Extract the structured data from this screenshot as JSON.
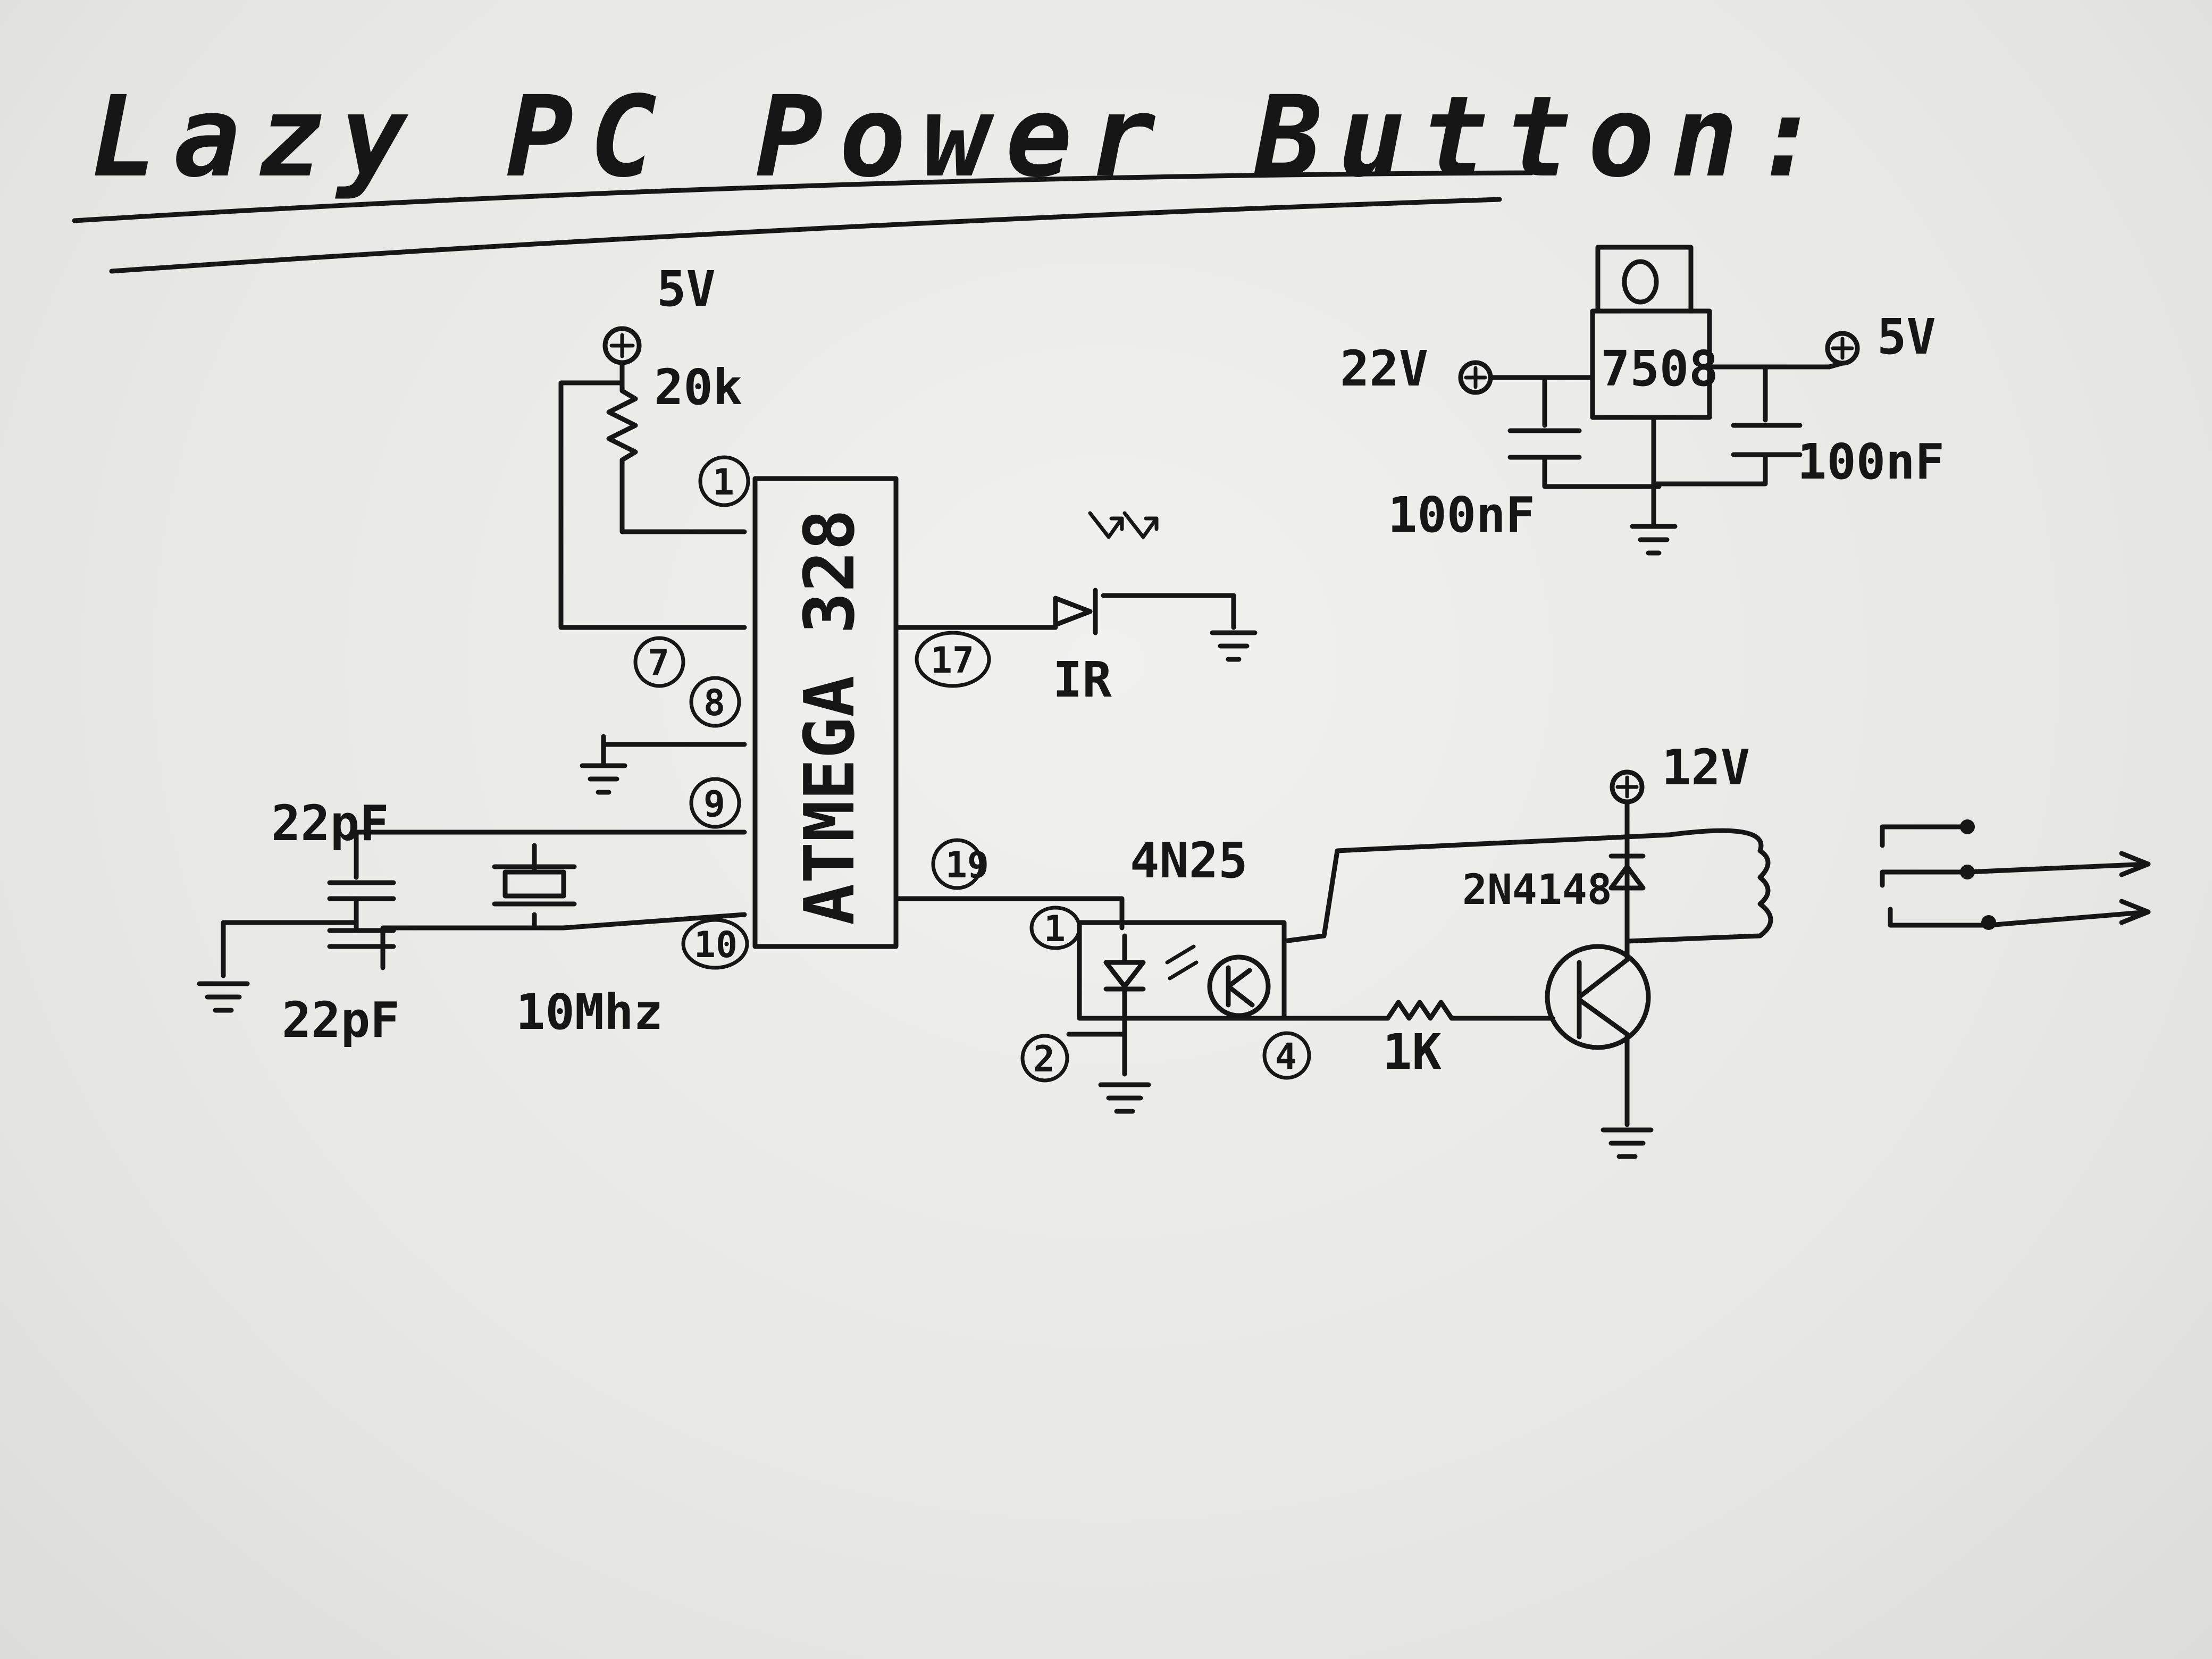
{
  "title": "Lazy PC Power Button:",
  "labels": {
    "vcc_5v": "5V",
    "r_pullup": "20k",
    "mcu": "ATMEGA 328",
    "ir_receiver": "IR",
    "cap_top": "22pF",
    "cap_bottom": "22pF",
    "crystal": "10Mhz",
    "optocoupler": "4N25",
    "vcc_12v": "12V",
    "diode": "2N4148",
    "r_base": "1K",
    "reg_in": "22V",
    "regulator": "7508",
    "reg_out": "5V",
    "reg_cap_in": "100nF",
    "reg_cap_out": "100nF"
  },
  "pins": {
    "p1": "1",
    "p7": "7",
    "p8": "8",
    "p9": "9",
    "p10": "10",
    "p17": "17",
    "p19": "19",
    "opto_p1": "1",
    "opto_p2": "2",
    "opto_p4": "4"
  }
}
